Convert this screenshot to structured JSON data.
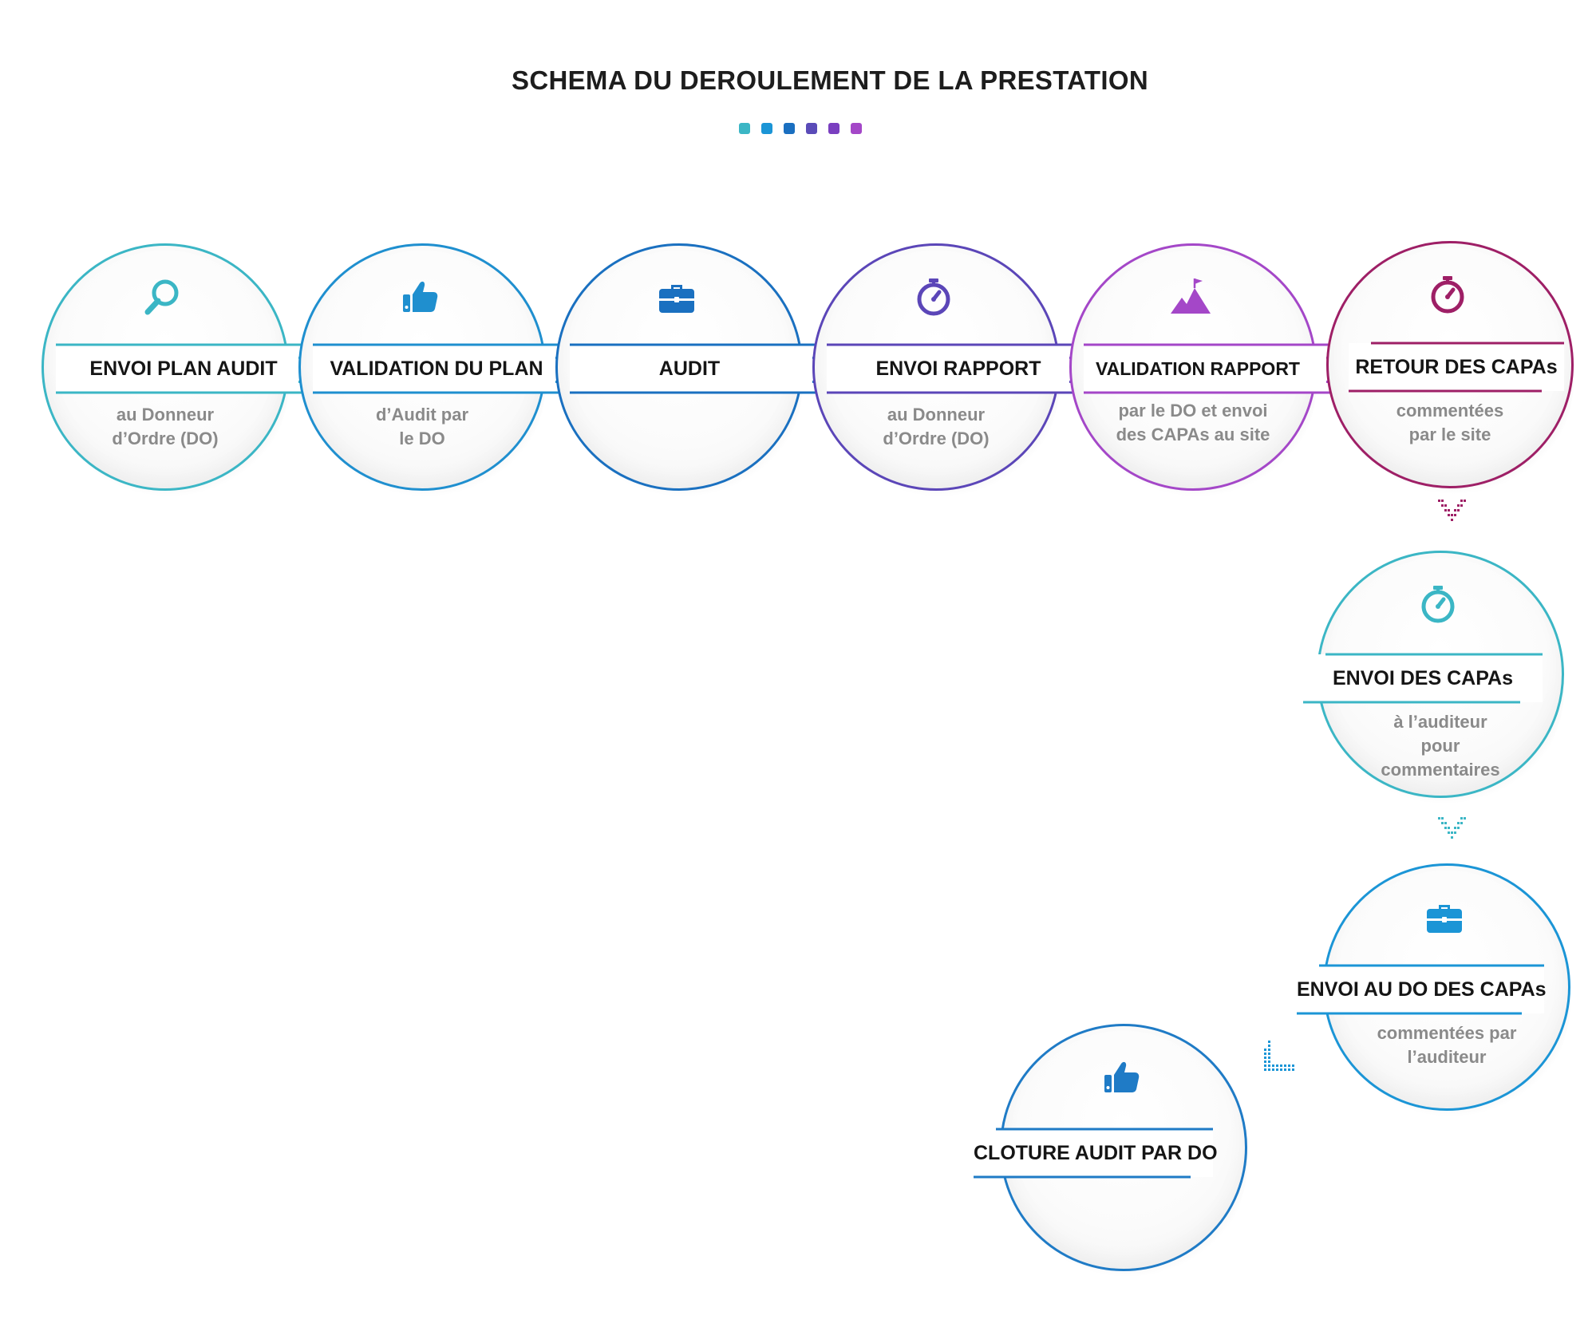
{
  "title": "SCHEMA DU DEROULEMENT DE LA PRESTATION",
  "palette": [
    "#3bb6c5",
    "#1b95d6",
    "#1a6fc0",
    "#5a4bb8",
    "#7a3fc0",
    "#a447c8",
    "#9e1f66",
    "#1f7bc6"
  ],
  "steps": [
    {
      "label": "ENVOI PLAN AUDIT",
      "desc": "au Donneur\nd’Ordre (DO)",
      "icon": "search-icon",
      "color": "#3bb6c5"
    },
    {
      "label": "VALIDATION DU PLAN",
      "desc": "d’Audit par\nle DO",
      "icon": "thumbs-up-icon",
      "color": "#1f8fcf"
    },
    {
      "label": "AUDIT",
      "desc": "",
      "icon": "briefcase-icon",
      "color": "#1a70c0"
    },
    {
      "label": "ENVOI RAPPORT",
      "desc": "au Donneur\nd’Ordre (DO)",
      "icon": "stopwatch-icon",
      "color": "#5b46b8"
    },
    {
      "label": "VALIDATION RAPPORT",
      "desc": "par le DO et envoi\ndes CAPAs au site",
      "icon": "mountain-flag-icon",
      "color": "#a447c8"
    },
    {
      "label": "RETOUR DES CAPAs",
      "desc": "commentées\npar le site",
      "icon": "stopwatch-icon",
      "color": "#9e1f66"
    },
    {
      "label": "ENVOI DES CAPAs",
      "desc": "à l’auditeur\npour\ncommentaires",
      "icon": "stopwatch-icon",
      "color": "#3bb6c5"
    },
    {
      "label": "ENVOI AU DO DES CAPAs",
      "desc": "commentées par\nl’auditeur",
      "icon": "briefcase-icon",
      "color": "#1b95d6"
    },
    {
      "label": "CLOTURE AUDIT PAR DO",
      "desc": "",
      "icon": "thumbs-up-icon",
      "color": "#1f7bc6"
    }
  ]
}
